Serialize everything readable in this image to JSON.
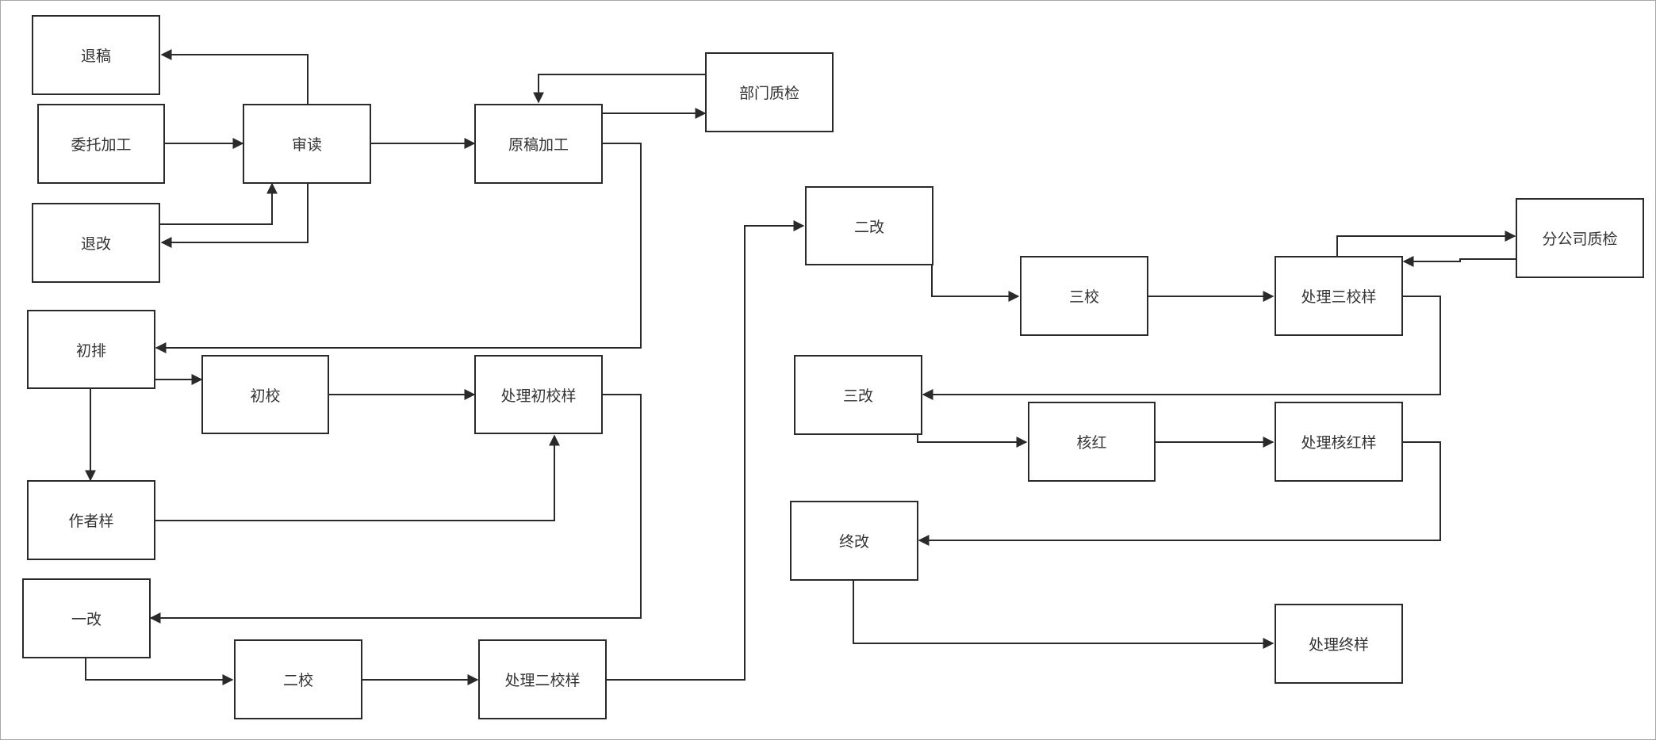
{
  "nodes": {
    "tuigao": "退稿",
    "weituo": "委托加工",
    "shendu": "审读",
    "yuangao": "原稿加工",
    "bumen": "部门质检",
    "tuigai": "退改",
    "chupai": "初排",
    "chujiao": "初校",
    "chuli_chujiao": "处理初校样",
    "zuozhe": "作者样",
    "yigai": "一改",
    "erjiao": "二校",
    "chuli_erjiao": "处理二校样",
    "ergai": "二改",
    "sanjiao": "三校",
    "chuli_sanjiao": "处理三校样",
    "fengongsi": "分公司质检",
    "sangai": "三改",
    "hehong": "核红",
    "chuli_hehong": "处理核红样",
    "zhonggai": "终改",
    "chuli_zhong": "处理终样"
  },
  "colors": {
    "line": "#2a2a2a",
    "highlight_line": "#b8a020"
  }
}
